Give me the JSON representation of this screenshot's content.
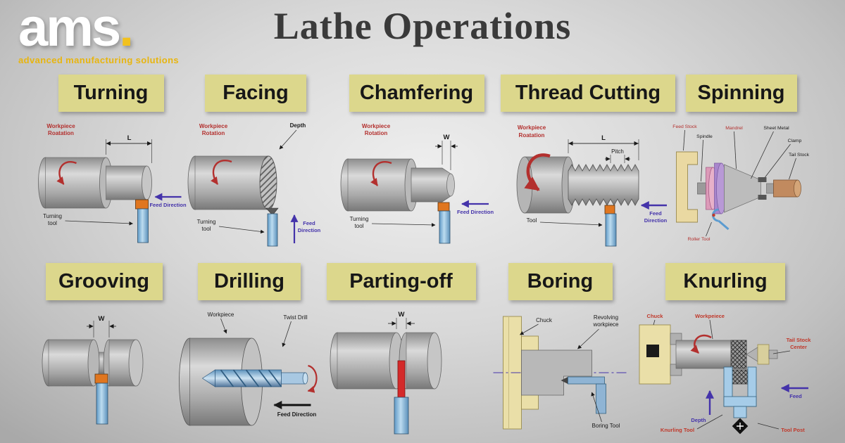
{
  "page": {
    "title": "Lathe Operations"
  },
  "logo": {
    "wordmark": "ams",
    "dot": ".",
    "tagline": "advanced manufacturing solutions"
  },
  "colors": {
    "label_bg": "#dcd78c",
    "logo_yellow": "#f2c11e",
    "rotation_red": "#b3302e",
    "feed_purple": "#4433aa",
    "tool_blue": "#8fc0e2",
    "tool_orange": "#e0761f"
  },
  "operations": {
    "turning": {
      "label": "Turning",
      "rotation": [
        "Workpiece",
        "Roatation"
      ],
      "dim_l": "L",
      "feed": "Feed Direction",
      "tool": [
        "Turning",
        "tool"
      ]
    },
    "facing": {
      "label": "Facing",
      "rotation": [
        "Workpiece",
        "Rotation"
      ],
      "depth": "Depth",
      "feed": [
        "Feed",
        "Direction"
      ],
      "tool": [
        "Turning",
        "tool"
      ]
    },
    "chamfering": {
      "label": "Chamfering",
      "rotation": [
        "Workpiece",
        "Rotation"
      ],
      "dim_w": "W",
      "feed": "Feed Direction",
      "tool": [
        "Turning",
        "tool"
      ]
    },
    "thread_cutting": {
      "label": "Thread Cutting",
      "rotation": [
        "Workpiece",
        "Roatation"
      ],
      "dim_l": "L",
      "pitch": "Pitch",
      "tool": "Tool",
      "feed": [
        "Feed",
        "Direction"
      ]
    },
    "spinning": {
      "label": "Spinning",
      "feed_stock": "Feed Stock",
      "spindle": "Spindle",
      "mandrel": "Mandrel",
      "sheet_metal": "Sheet Metal",
      "clamp": "Clamp",
      "tail_stock": "Tail Stock",
      "roller_tool": "Roller Tool"
    },
    "grooving": {
      "label": "Grooving",
      "dim_w": "W"
    },
    "drilling": {
      "label": "Drilling",
      "workpiece": "Workpiece",
      "twist_drill": "Twist Drill",
      "feed": "Feed Direction"
    },
    "parting_off": {
      "label": "Parting-off",
      "dim_w": "W"
    },
    "boring": {
      "label": "Boring",
      "chuck": "Chuck",
      "revolving_workpiece": [
        "Revolving",
        "workpiece"
      ],
      "boring_tool": "Boring Tool"
    },
    "knurling": {
      "label": "Knurling",
      "chuck": "Chuck",
      "workpiece": "Workpeiece",
      "tail_stock_center": [
        "Tail Stock",
        "Center"
      ],
      "depth": "Depth",
      "feed": "Feed",
      "knurling_tool": "Knurling Tool",
      "tool_post": "Tool Post"
    }
  }
}
